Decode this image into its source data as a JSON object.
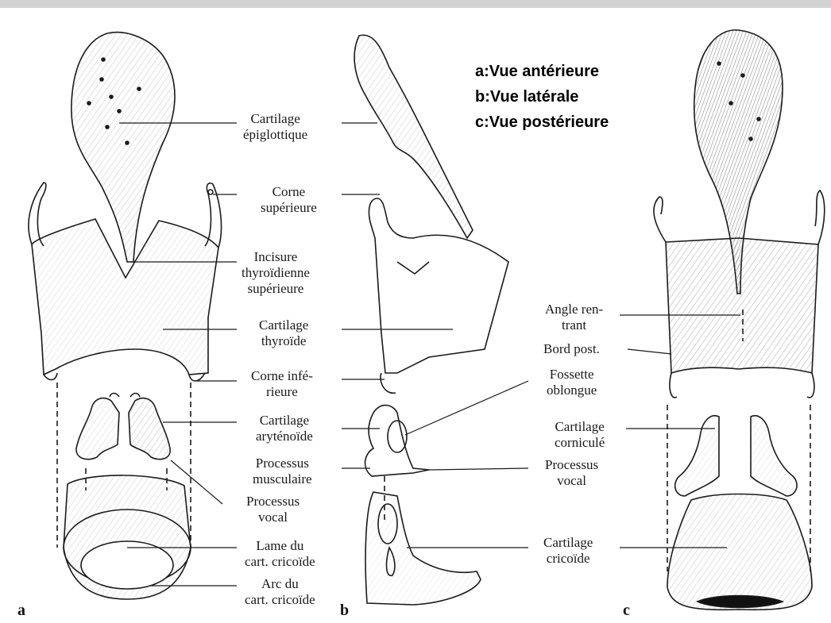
{
  "legend": {
    "line1": "a:Vue antérieure",
    "line2": "b:Vue latérale",
    "line3": "c:Vue postérieure"
  },
  "panels": {
    "a": "a",
    "b": "b",
    "c": "c"
  },
  "labels": {
    "epiglottic": [
      "Cartilage",
      "épiglottique"
    ],
    "superior_horn": [
      "Corne",
      "supérieure"
    ],
    "notch": [
      "Incisure",
      "thyroïdienne",
      "supérieure"
    ],
    "thyroid": [
      "Cartilage",
      "thyroïde"
    ],
    "inferior_horn": [
      "Corne infé-",
      "rieure"
    ],
    "arytenoid": [
      "Cartilage",
      "aryténoïde"
    ],
    "muscular_process": [
      "Processus",
      "musculaire"
    ],
    "vocal_process_a": [
      "Processus",
      "vocal"
    ],
    "lamina": [
      "Lame du",
      "cart. cricoïde"
    ],
    "arch": [
      "Arc du",
      "cart. cricoïde"
    ],
    "oblong_fossa": [
      "Fossette",
      "oblongue"
    ],
    "vocal_process_b": [
      "Processus",
      "vocal"
    ],
    "angle": [
      "Angle ren-",
      "trant"
    ],
    "posterior_border": [
      "Bord post."
    ],
    "corniculate": [
      "Cartilage",
      "corniculé"
    ],
    "cricoid": [
      "Cartilage",
      "cricoïde"
    ]
  },
  "colors": {
    "ink": "#1a1a1a",
    "shade": "#555555",
    "topbar": "#d3d3d3"
  }
}
